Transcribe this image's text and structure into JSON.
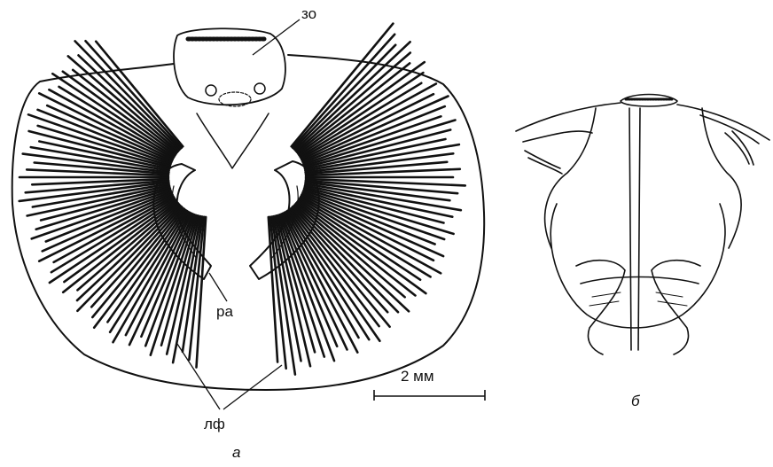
{
  "labels": {
    "zo": "зо",
    "ra": "ра",
    "lf": "лф",
    "a": "а",
    "b": "б"
  },
  "scale_bar": {
    "text": "2 мм"
  },
  "colors": {
    "ink": "#111111",
    "paper": "#ffffff"
  }
}
